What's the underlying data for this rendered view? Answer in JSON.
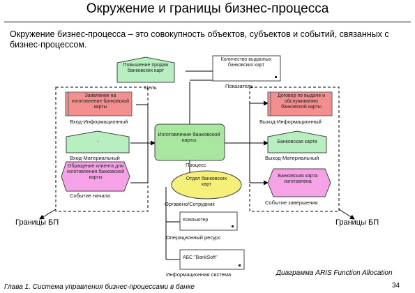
{
  "slide": {
    "title": "Окружение и границы бизнес-процесса",
    "intro": "Окружение бизнес-процесса – это совокупность объектов, субъектов и событий, связанных с бизнес-процессом.",
    "caption_diagram": "Диаграмма ARIS Function Allocation",
    "footer": "Глава 1. Система управления бизнес-процессами в банке",
    "page_number": "34"
  },
  "diagram": {
    "goal_box": "Повышение продаж банковских карт",
    "goal_label": "Цель",
    "indicator_box": "Количество выданных банковских карт",
    "indicator_label": "Показатель",
    "input_info_box": "Заявление на изготовление банковской карты",
    "input_info_label": "Вход-Информационный",
    "input_material_box": "-",
    "input_material_label": "Вход-Материальный",
    "start_event_box": "Обращение клиента для изготовления банковской карты",
    "start_event_label": "Событие начала",
    "process_box": "Изготовление банковской карты",
    "process_label": "Процесс",
    "org_box": "Отдел банковских карт",
    "org_label": "Оргавено/Сотрудник",
    "resource_box": "Компьютер",
    "resource_label": "Операционный ресурс",
    "infosys_box": "АБС \"BankSoft\"",
    "infosys_label": "Информационная система",
    "output_info_box": "Договор по выдаче и обслуживанию банковской карты",
    "output_info_label": "Выход-Информационный",
    "output_material_box": "Банковская карта",
    "output_material_label": "Выход-Материальный",
    "end_event_box": "Банковская карта изготовлена",
    "end_event_label": "Событие завершения",
    "boundary_left": "Границы БП",
    "boundary_right": "Границы БП"
  },
  "colors": {
    "goal_green": "#b7efc1",
    "info_red": "#f48f8f",
    "process_green": "#a9e6a0",
    "event_pink": "#f5a3e6",
    "org_yellow": "#f5f07a",
    "white_box": "#ffffff"
  }
}
